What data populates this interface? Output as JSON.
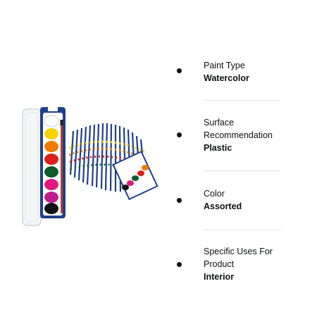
{
  "attributes": [
    {
      "label": "Paint Type",
      "value": "Watercolor"
    },
    {
      "label": "Surface Recommendation",
      "value": "Plastic"
    },
    {
      "label": "Color",
      "value": "Assorted"
    },
    {
      "label": "Specific Uses For Product",
      "value": "Interior"
    }
  ],
  "image": {
    "icon": "watercolor-paint-set-image",
    "case_color": "#1f3f8a",
    "paint_colors": [
      "#ffffff",
      "#f7d100",
      "#f07a00",
      "#d8211c",
      "#0d5a2b",
      "#e0187e",
      "#c11a8e",
      "#111111"
    ]
  }
}
